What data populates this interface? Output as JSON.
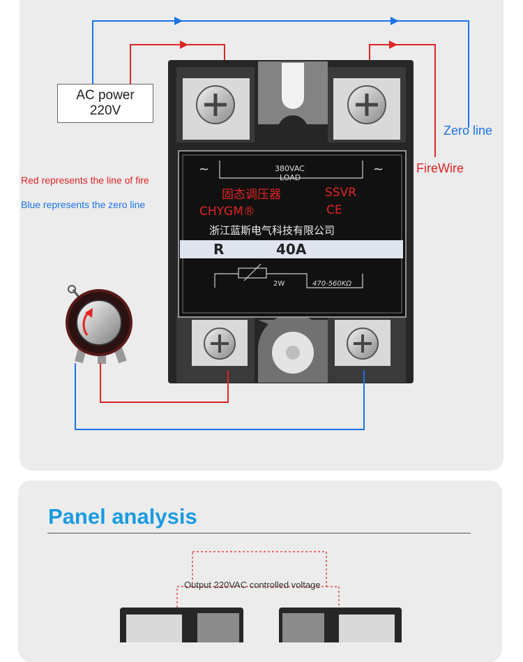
{
  "wiring": {
    "ac_power_line1": "AC power",
    "ac_power_line2": "220V",
    "zero_line": "Zero line",
    "fire_wire": "FireWire",
    "red_note": "Red represents the line of fire",
    "blue_note": "Blue represents the zero line"
  },
  "relay": {
    "voltage": "380VAC",
    "load": "LOAD",
    "name_cn": "固态调压器",
    "model": "SSVR",
    "ce": "CE",
    "brand": "CHYGM®",
    "company_cn": "浙江蓝斯电气科技有限公司",
    "type": "R",
    "current": "40A",
    "power": "2W",
    "resistance": "470-560KΩ",
    "tilde": "~"
  },
  "section": {
    "title": "Panel analysis",
    "output_label": "Output 220VAC controlled voltage"
  },
  "colors": {
    "red_wire": "#e02424",
    "blue_wire": "#1a73e8",
    "title": "#1a9be0"
  }
}
